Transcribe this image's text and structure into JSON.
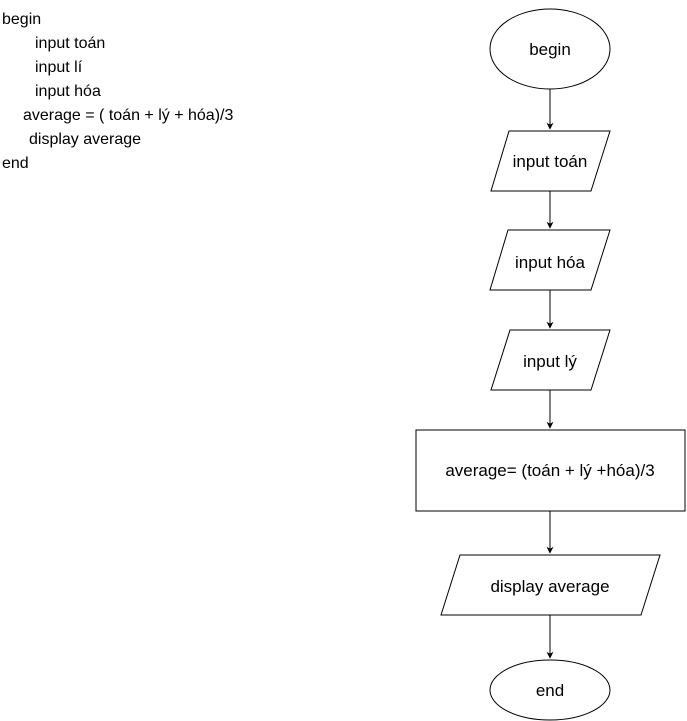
{
  "pseudocode": {
    "lines": [
      "begin",
      "input toán",
      "input lí",
      "input hóa",
      "average = ( toán + lý + hóa)/3",
      "display average",
      "end"
    ]
  },
  "flowchart": {
    "begin": "begin",
    "input_toan": "input toán",
    "input_hoa": "input hóa",
    "input_ly": "input lý",
    "average": "average= (toán + lý +hóa)/3",
    "display": "display average",
    "end": "end"
  },
  "colors": {
    "stroke": "#000000",
    "fill": "#ffffff",
    "text": "#000000"
  }
}
